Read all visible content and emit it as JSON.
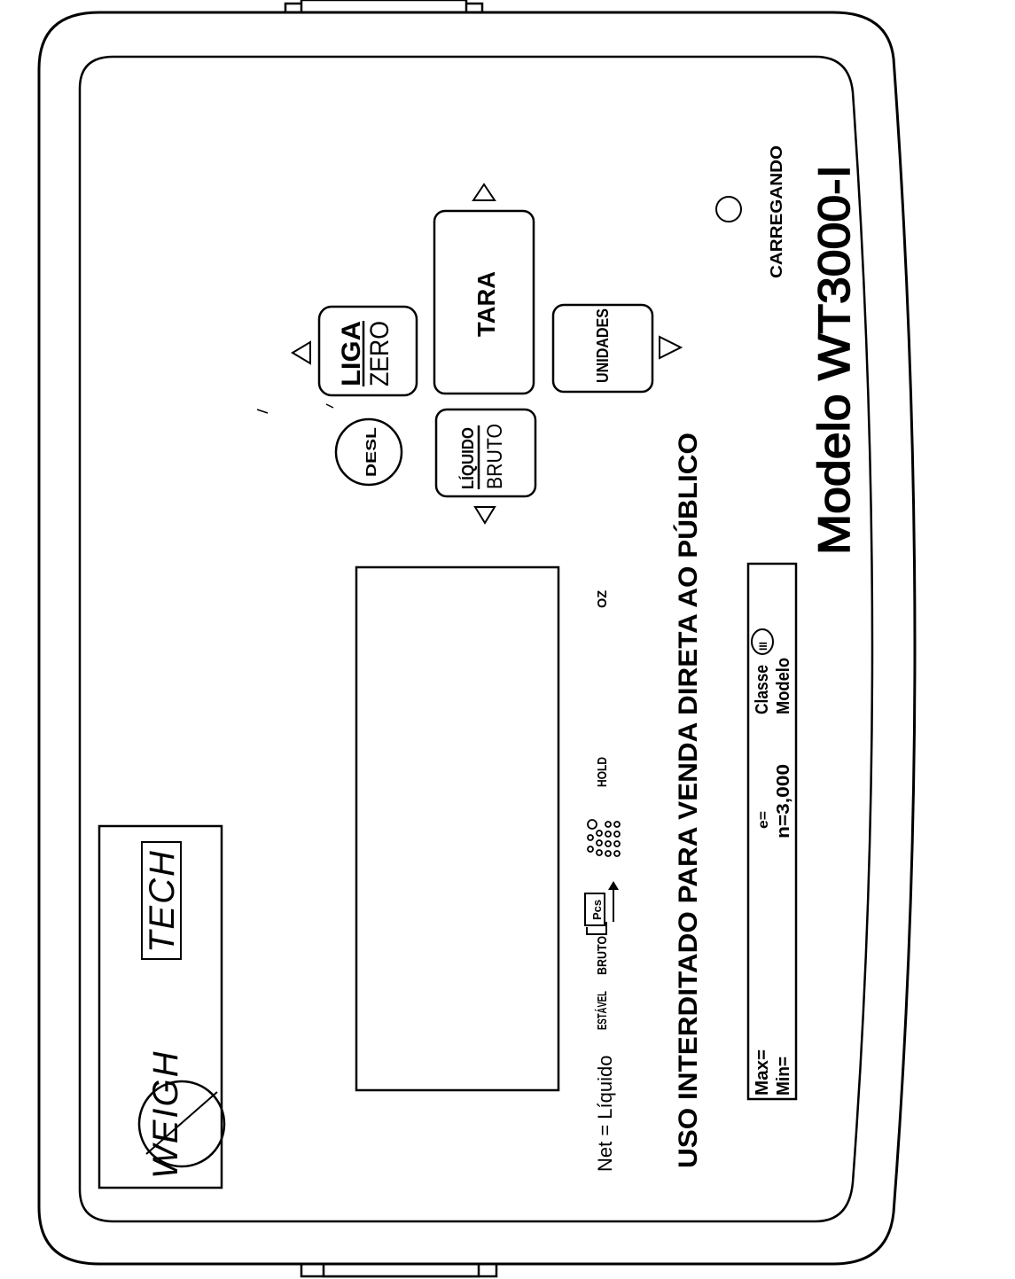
{
  "brand": {
    "weigh": "WEIGH",
    "tech": "TECH"
  },
  "buttons": {
    "liga": "LIGA",
    "zero": "ZERO",
    "tara": "TARA",
    "unidades": "UNIDADES",
    "desl": "DESL",
    "liquido": "LÍQUIDO",
    "bruto": "BRUTO"
  },
  "indicators": {
    "carregando": "CARREGANDO",
    "oz": "OZ",
    "hold": "HOLD",
    "bruto": "BRUTO",
    "estavel": "ESTÁVEL",
    "pcs": "Pcs",
    "net_legend": "Net = Líquido"
  },
  "warning": "USO INTERDITADO PARA VENDA DIRETA AO PÚBLICO",
  "model": "Modelo WT3000-I",
  "plate": {
    "max": "Max=",
    "min": "Min=",
    "e": "e=",
    "n": "n=3,000",
    "classe": "Classe",
    "classe_symbol": "III",
    "modelo": "Modelo"
  }
}
